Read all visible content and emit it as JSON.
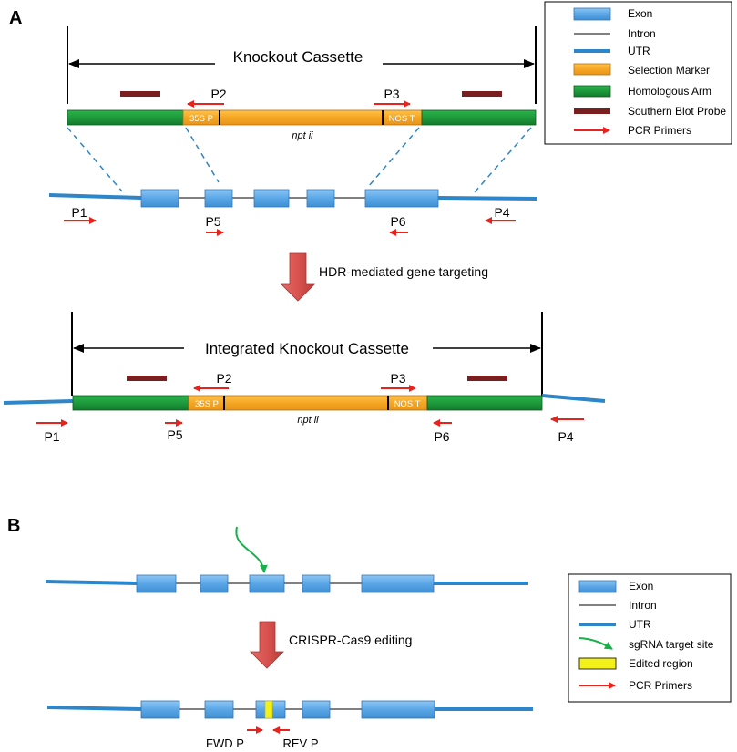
{
  "panel_a": {
    "letter": "A",
    "cassette_title": "Knockout Cassette",
    "integrated_title": "Integrated Knockout Cassette",
    "promoter": "35S P",
    "terminator": "NOS T",
    "marker_gene": "npt ii",
    "step_label": "HDR-mediated gene targeting",
    "primers": {
      "p1": "P1",
      "p2": "P2",
      "p3": "P3",
      "p4": "P4",
      "p5": "P5",
      "p6": "P6"
    },
    "legend": [
      {
        "key": "exon",
        "label": "Exon"
      },
      {
        "key": "intron",
        "label": "Intron"
      },
      {
        "key": "utr",
        "label": "UTR"
      },
      {
        "key": "marker",
        "label": "Selection Marker"
      },
      {
        "key": "arm",
        "label": "Homologous Arm"
      },
      {
        "key": "probe",
        "label": "Southern Blot Probe"
      },
      {
        "key": "primer",
        "label": "PCR Primers"
      }
    ]
  },
  "panel_b": {
    "letter": "B",
    "step_label": "CRISPR-Cas9 editing",
    "fwd": "FWD P",
    "rev": "REV P",
    "legend": [
      {
        "key": "exon",
        "label": "Exon"
      },
      {
        "key": "intron",
        "label": "Intron"
      },
      {
        "key": "utr",
        "label": "UTR"
      },
      {
        "key": "sgrna",
        "label": "sgRNA target site"
      },
      {
        "key": "edited",
        "label": "Edited region"
      },
      {
        "key": "primer",
        "label": "PCR Primers"
      }
    ]
  },
  "colors": {
    "exon": "#5aa6e6",
    "utr": "#2e86c8",
    "marker": "#f5a623",
    "arm": "#1e9a3c",
    "probe": "#7a1f1f",
    "primer": "#e8231e",
    "sgrna": "#18b04a",
    "edited": "#f4f01a",
    "big_arrow": "#d9534f"
  }
}
